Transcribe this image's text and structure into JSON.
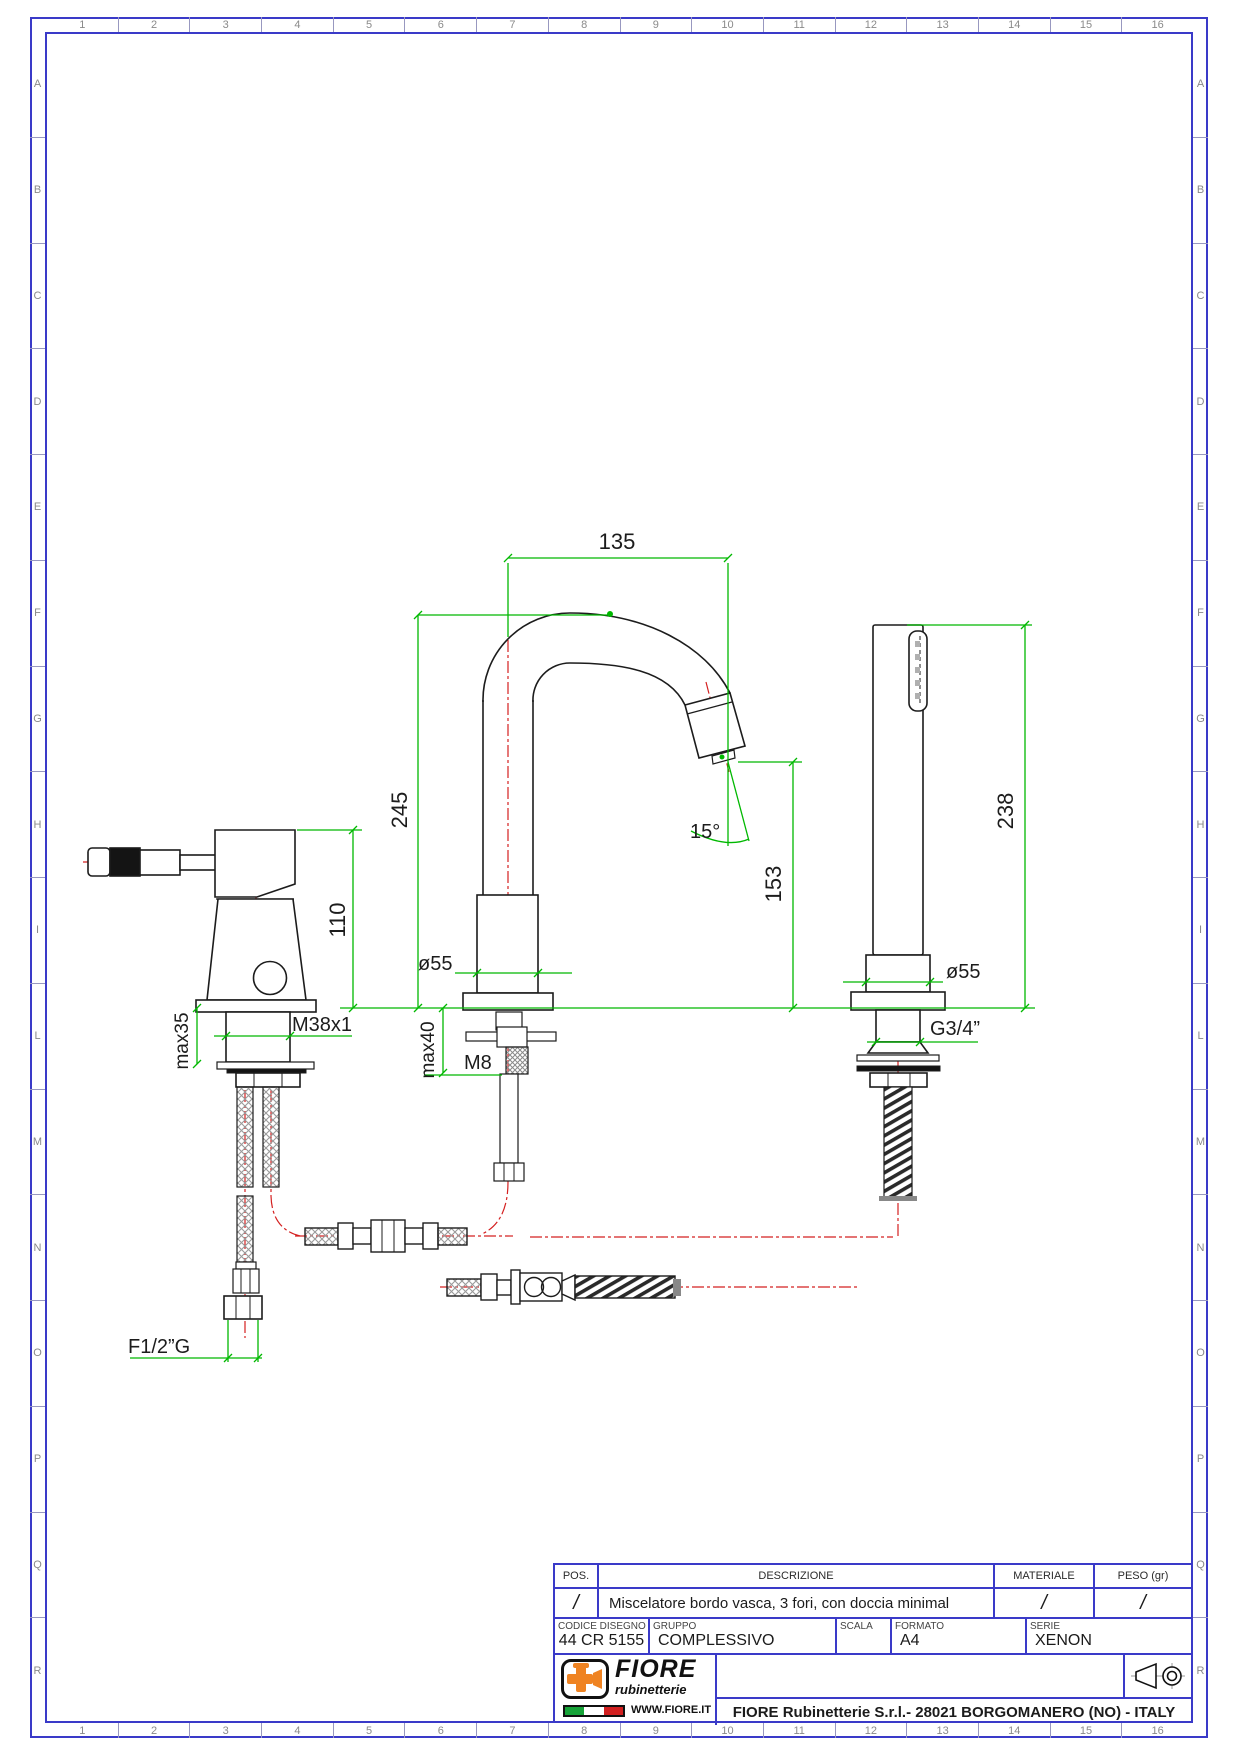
{
  "grid": {
    "columns": [
      "1",
      "2",
      "3",
      "4",
      "5",
      "6",
      "7",
      "8",
      "9",
      "10",
      "11",
      "12",
      "13",
      "14",
      "15",
      "16"
    ],
    "rows": [
      "A",
      "B",
      "C",
      "D",
      "E",
      "F",
      "G",
      "H",
      "I",
      "L",
      "M",
      "N",
      "O",
      "P",
      "Q",
      "R"
    ]
  },
  "drawing": {
    "labels": {
      "dim135": "135",
      "dim245": "245",
      "dim153": "153",
      "dim110": "110",
      "dim238": "238",
      "angle15": "15°",
      "dia_spout": "ø55",
      "dia_shower": "ø55",
      "max35": "max35",
      "max40": "max40",
      "m38": "M38x1",
      "m8": "M8",
      "g34": "G3/4”",
      "f12": "F1/2”G"
    },
    "colors": {
      "dimension_green": "#00b800",
      "centerline_red": "#d42020",
      "outline_black": "#1c1c1c",
      "frame_blue": "#3a3ac8"
    }
  },
  "title_block": {
    "pos_label": "POS.",
    "pos_value": "/",
    "descrizione_label": "DESCRIZIONE",
    "descrizione_value": "Miscelatore bordo vasca, 3 fori, con doccia minimal",
    "materiale_label": "MATERIALE",
    "materiale_value": "/",
    "peso_label": "PESO (gr)",
    "peso_value": "/",
    "codice_label": "CODICE DISEGNO",
    "codice_value": "44 CR 5155",
    "gruppo_label": "GRUPPO",
    "gruppo_value": "COMPLESSIVO",
    "scala_label": "SCALA",
    "scala_value": "",
    "formato_label": "FORMATO",
    "formato_value": "A4",
    "serie_label": "SERIE",
    "serie_value": "XENON",
    "company_line": "FIORE Rubinetterie S.r.l.- 28021 BORGOMANERO (NO) - ITALY"
  },
  "logo": {
    "name": "FIORE",
    "sub": "rubinetterie",
    "url": "WWW.FIORE.IT"
  }
}
